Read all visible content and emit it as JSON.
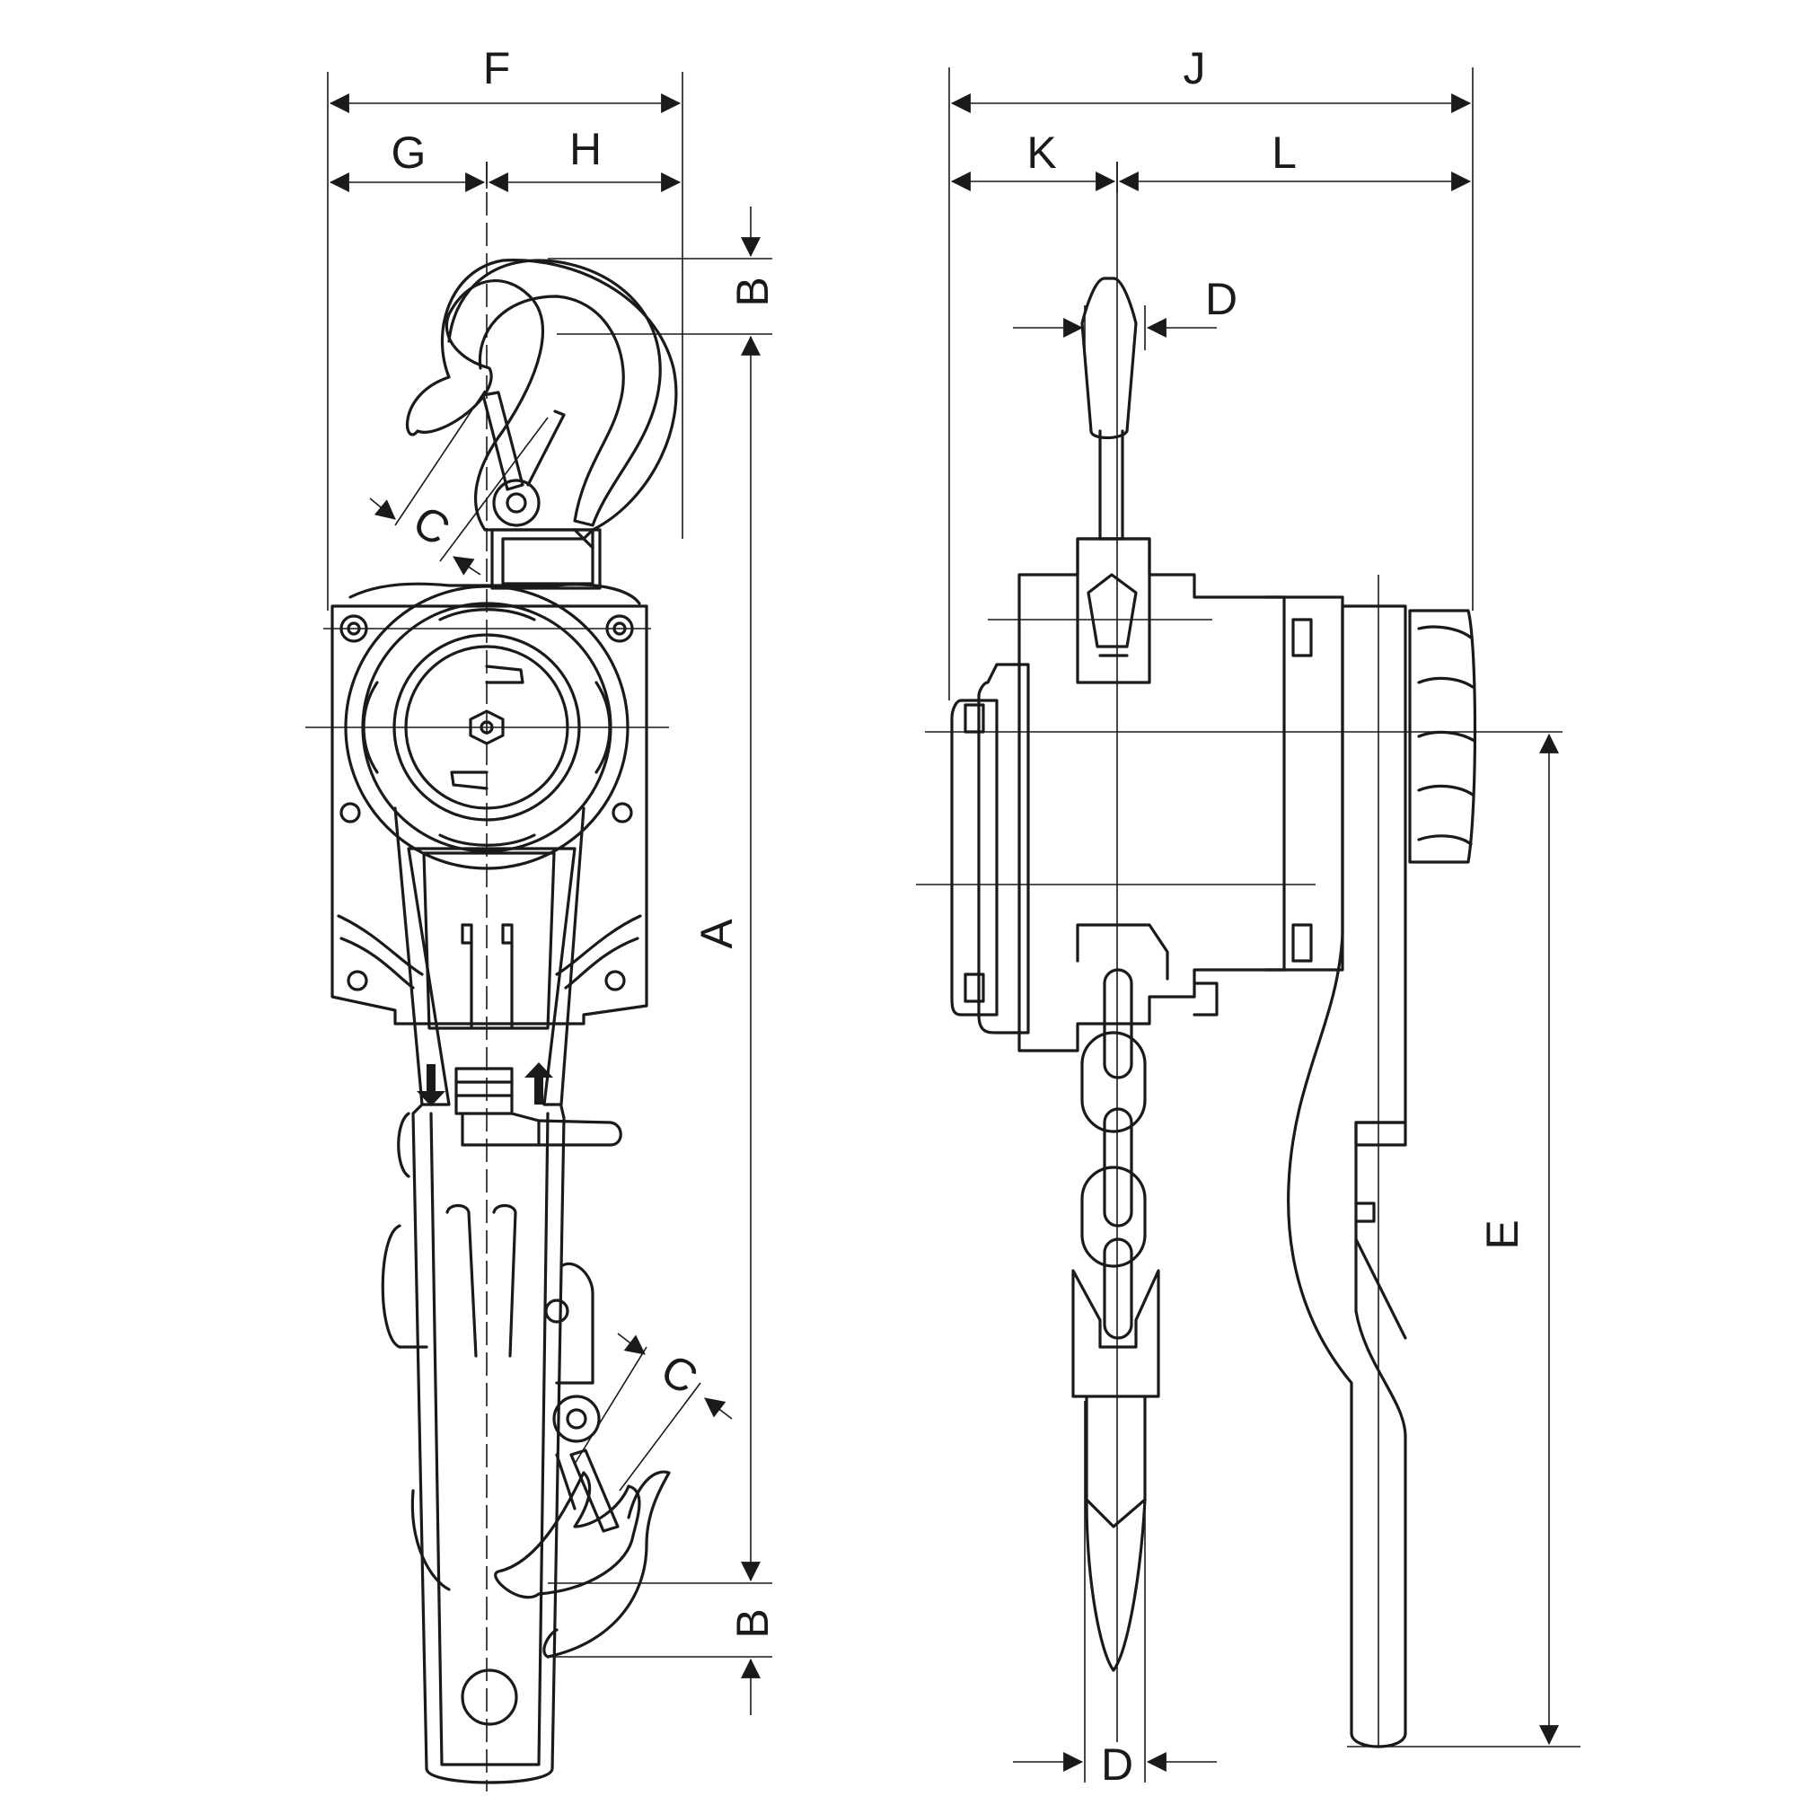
{
  "labels": {
    "A": "A",
    "B_top": "B",
    "B_bottom": "B",
    "C_top": "C",
    "C_bottom": "C",
    "D_top": "D",
    "D_bottom": "D",
    "E": "E",
    "F": "F",
    "G": "G",
    "H": "H",
    "J": "J",
    "K": "K",
    "L": "L"
  },
  "colors": {
    "line": "#1a1a1a",
    "background": "#ffffff"
  },
  "icons": [
    "down-arrow-icon",
    "up-arrow-icon"
  ]
}
